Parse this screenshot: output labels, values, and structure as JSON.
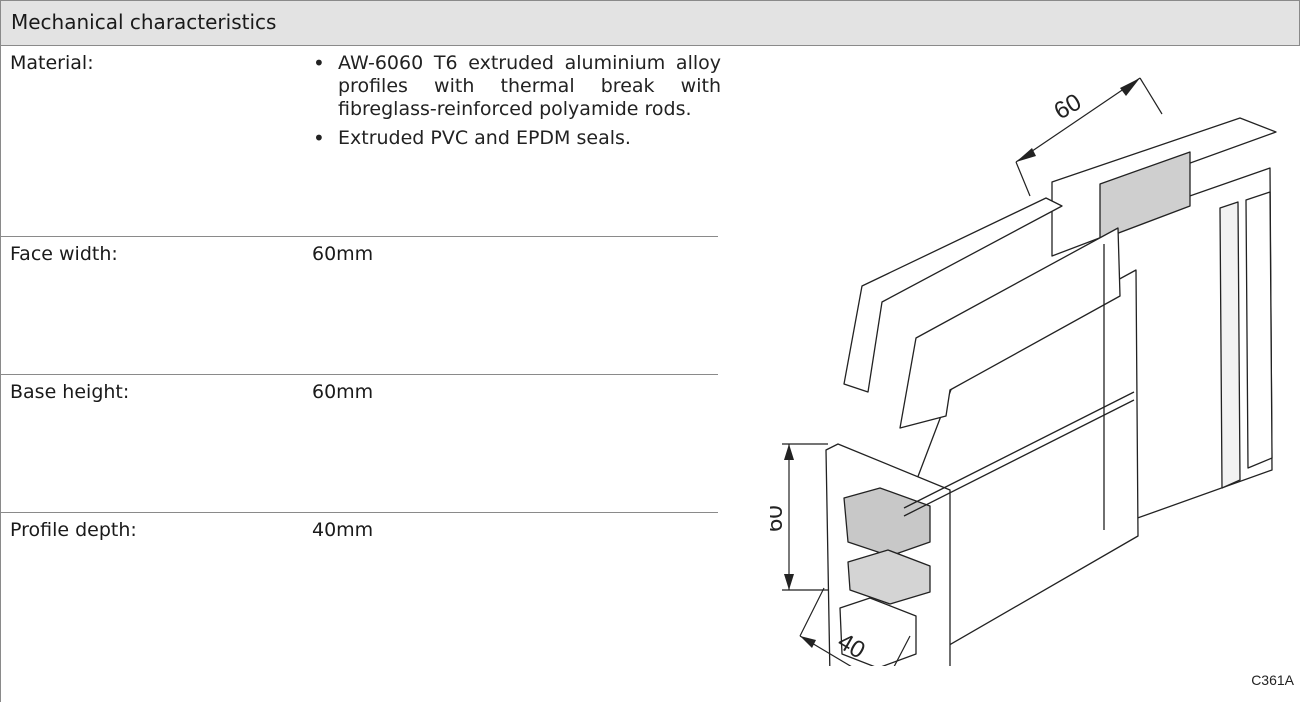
{
  "section": {
    "title": "Mechanical characteristics"
  },
  "rows": [
    {
      "label": "Material:"
    },
    {
      "label": "Face width:",
      "value": "60mm"
    },
    {
      "label": "Base height:",
      "value": "60mm"
    },
    {
      "label": "Profile depth:",
      "value": "40mm"
    }
  ],
  "material_items": [
    "AW-6060 T6 extruded aluminium alloy profiles with thermal break with fibreglass-reinforced polyamide rods.",
    "Extruded PVC and EPDM seals."
  ],
  "drawing": {
    "dim_top": "60",
    "dim_left": "60",
    "dim_bottom": "40",
    "code": "C361A"
  }
}
